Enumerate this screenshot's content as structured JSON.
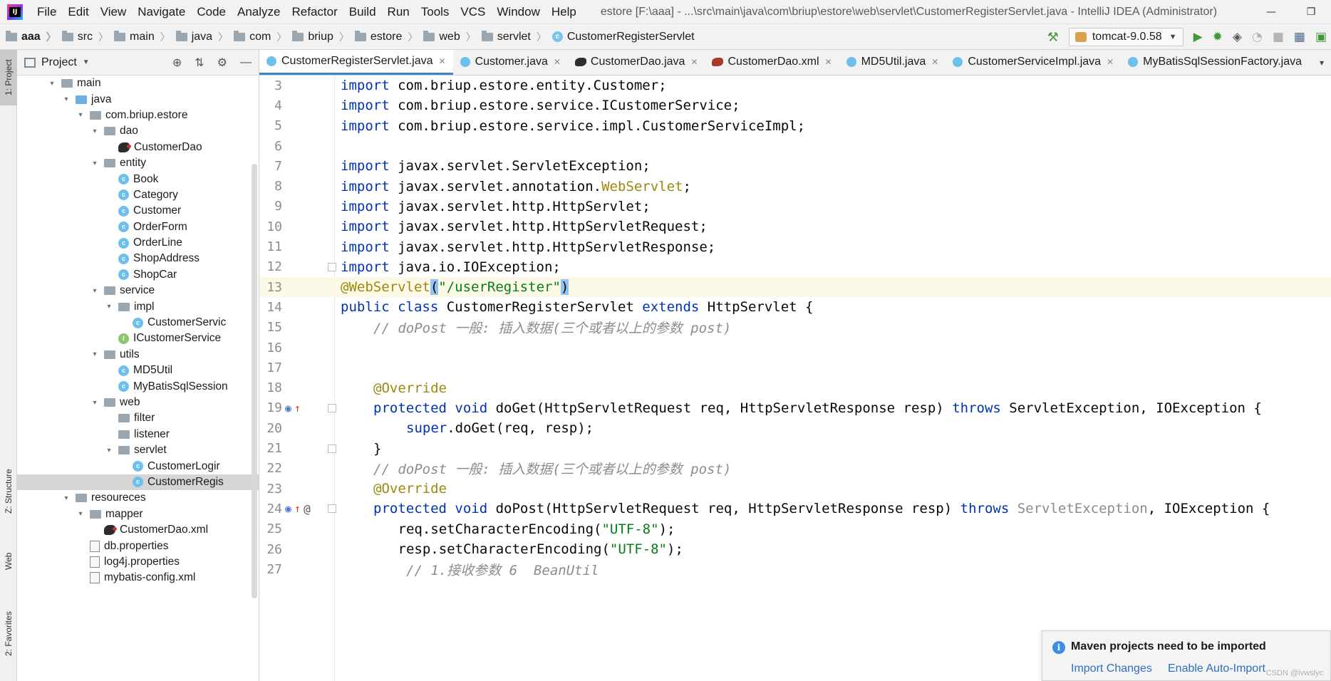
{
  "menubar": {
    "items": [
      "File",
      "Edit",
      "View",
      "Navigate",
      "Code",
      "Analyze",
      "Refactor",
      "Build",
      "Run",
      "Tools",
      "VCS",
      "Window",
      "Help"
    ],
    "title": "estore [F:\\aaa] - ...\\src\\main\\java\\com\\briup\\estore\\web\\servlet\\CustomerRegisterServlet.java - IntelliJ IDEA (Administrator)"
  },
  "navbar": {
    "crumbs": [
      "aaa",
      "src",
      "main",
      "java",
      "com",
      "briup",
      "estore",
      "web",
      "servlet",
      "CustomerRegisterServlet"
    ],
    "run_config": "tomcat-9.0.58"
  },
  "tool_strip": {
    "project": "1: Project",
    "structure": "Z: Structure",
    "web": "Web",
    "favorites": "2: Favorites"
  },
  "project_panel": {
    "title": "Project",
    "tree": [
      {
        "label": "main",
        "depth": 1,
        "arrow": "▾",
        "icon": "folder"
      },
      {
        "label": "java",
        "depth": 2,
        "arrow": "▾",
        "icon": "folder-blue"
      },
      {
        "label": "com.briup.estore",
        "depth": 3,
        "arrow": "▾",
        "icon": "package"
      },
      {
        "label": "dao",
        "depth": 4,
        "arrow": "▾",
        "icon": "package"
      },
      {
        "label": "CustomerDao",
        "depth": 5,
        "arrow": "",
        "icon": "mybatis"
      },
      {
        "label": "entity",
        "depth": 4,
        "arrow": "▾",
        "icon": "package"
      },
      {
        "label": "Book",
        "depth": 5,
        "arrow": "",
        "icon": "class"
      },
      {
        "label": "Category",
        "depth": 5,
        "arrow": "",
        "icon": "class"
      },
      {
        "label": "Customer",
        "depth": 5,
        "arrow": "",
        "icon": "class"
      },
      {
        "label": "OrderForm",
        "depth": 5,
        "arrow": "",
        "icon": "class"
      },
      {
        "label": "OrderLine",
        "depth": 5,
        "arrow": "",
        "icon": "class"
      },
      {
        "label": "ShopAddress",
        "depth": 5,
        "arrow": "",
        "icon": "class"
      },
      {
        "label": "ShopCar",
        "depth": 5,
        "arrow": "",
        "icon": "class"
      },
      {
        "label": "service",
        "depth": 4,
        "arrow": "▾",
        "icon": "package"
      },
      {
        "label": "impl",
        "depth": 5,
        "arrow": "▾",
        "icon": "package"
      },
      {
        "label": "CustomerServic",
        "depth": 6,
        "arrow": "",
        "icon": "class"
      },
      {
        "label": "ICustomerService",
        "depth": 5,
        "arrow": "",
        "icon": "interface"
      },
      {
        "label": "utils",
        "depth": 4,
        "arrow": "▾",
        "icon": "package"
      },
      {
        "label": "MD5Util",
        "depth": 5,
        "arrow": "",
        "icon": "class"
      },
      {
        "label": "MyBatisSqlSession",
        "depth": 5,
        "arrow": "",
        "icon": "class"
      },
      {
        "label": "web",
        "depth": 4,
        "arrow": "▾",
        "icon": "package"
      },
      {
        "label": "filter",
        "depth": 5,
        "arrow": "",
        "icon": "package"
      },
      {
        "label": "listener",
        "depth": 5,
        "arrow": "",
        "icon": "package"
      },
      {
        "label": "servlet",
        "depth": 5,
        "arrow": "▾",
        "icon": "package"
      },
      {
        "label": "CustomerLogir",
        "depth": 6,
        "arrow": "",
        "icon": "class"
      },
      {
        "label": "CustomerRegis",
        "depth": 6,
        "arrow": "",
        "icon": "class",
        "selected": true
      },
      {
        "label": "resoureces",
        "depth": 2,
        "arrow": "▾",
        "icon": "folder"
      },
      {
        "label": "mapper",
        "depth": 3,
        "arrow": "▾",
        "icon": "folder"
      },
      {
        "label": "CustomerDao.xml",
        "depth": 4,
        "arrow": "",
        "icon": "mybatis-xml"
      },
      {
        "label": "db.properties",
        "depth": 3,
        "arrow": "",
        "icon": "props"
      },
      {
        "label": "log4j.properties",
        "depth": 3,
        "arrow": "",
        "icon": "props"
      },
      {
        "label": "mybatis-config.xml",
        "depth": 3,
        "arrow": "",
        "icon": "props"
      }
    ]
  },
  "tabs": [
    {
      "label": "CustomerRegisterServlet.java",
      "icon": "class",
      "active": true
    },
    {
      "label": "Customer.java",
      "icon": "class"
    },
    {
      "label": "CustomerDao.java",
      "icon": "mybatis"
    },
    {
      "label": "CustomerDao.xml",
      "icon": "mybatis-xml"
    },
    {
      "label": "MD5Util.java",
      "icon": "class"
    },
    {
      "label": "CustomerServiceImpl.java",
      "icon": "class"
    },
    {
      "label": "MyBatisSqlSessionFactory.java",
      "icon": "class"
    }
  ],
  "editor": {
    "lines": [
      {
        "n": "3",
        "indent": 0,
        "tokens": [
          [
            "kw",
            "import"
          ],
          [
            "",
            "com.briup.estore.entity.Customer;"
          ]
        ]
      },
      {
        "n": "4",
        "indent": 0,
        "tokens": [
          [
            "kw",
            "import"
          ],
          [
            "",
            "com.briup.estore.service.ICustomerService;"
          ]
        ]
      },
      {
        "n": "5",
        "indent": 0,
        "tokens": [
          [
            "kw",
            "import"
          ],
          [
            "",
            "com.briup.estore.service.impl.CustomerServiceImpl;"
          ]
        ]
      },
      {
        "n": "6",
        "indent": 0,
        "tokens": []
      },
      {
        "n": "7",
        "indent": 0,
        "tokens": [
          [
            "kw",
            "import"
          ],
          [
            "",
            "javax.servlet.ServletException;"
          ]
        ]
      },
      {
        "n": "8",
        "indent": 0,
        "tokens": [
          [
            "kw",
            "import"
          ],
          [
            "",
            "javax.servlet.annotation."
          ],
          [
            "ann",
            "WebServlet"
          ],
          [
            "",
            ";"
          ]
        ]
      },
      {
        "n": "9",
        "indent": 0,
        "tokens": [
          [
            "kw",
            "import"
          ],
          [
            "",
            "javax.servlet.http.HttpServlet;"
          ]
        ]
      },
      {
        "n": "10",
        "indent": 0,
        "tokens": [
          [
            "kw",
            "import"
          ],
          [
            "",
            "javax.servlet.http.HttpServletRequest;"
          ]
        ]
      },
      {
        "n": "11",
        "indent": 0,
        "tokens": [
          [
            "kw",
            "import"
          ],
          [
            "",
            "javax.servlet.http.HttpServletResponse;"
          ]
        ]
      },
      {
        "n": "12",
        "indent": 0,
        "tokens": [
          [
            "kw",
            "import"
          ],
          [
            "",
            "java.io.IOException;"
          ]
        ],
        "fold": true
      },
      {
        "n": "13",
        "indent": 0,
        "current": true,
        "tokens": [
          [
            "ann",
            "@WebServlet"
          ],
          [
            "paren",
            "("
          ],
          [
            "str",
            "\"/userRegister\""
          ],
          [
            "paren",
            ")"
          ]
        ]
      },
      {
        "n": "14",
        "indent": 0,
        "tokens": [
          [
            "kw",
            "public class"
          ],
          [
            "",
            " CustomerRegisterServlet "
          ],
          [
            "kw",
            "extends"
          ],
          [
            "",
            " HttpServlet {"
          ]
        ]
      },
      {
        "n": "15",
        "indent": 1,
        "tokens": [
          [
            "cmt",
            "// doPost 一般: 插入数据(三个或者以上的参数 post)"
          ]
        ]
      },
      {
        "n": "16",
        "indent": 0,
        "tokens": []
      },
      {
        "n": "17",
        "indent": 0,
        "tokens": []
      },
      {
        "n": "18",
        "indent": 1,
        "tokens": [
          [
            "ann",
            "@Override"
          ]
        ]
      },
      {
        "n": "19",
        "indent": 1,
        "marks": "override",
        "fold": true,
        "tokens": [
          [
            "kw",
            "protected void"
          ],
          [
            "",
            " doGet(HttpServletRequest req, HttpServletResponse resp) "
          ],
          [
            "kw",
            "throws"
          ],
          [
            "",
            " ServletException, IOException {"
          ]
        ]
      },
      {
        "n": "20",
        "indent": 2,
        "tokens": [
          [
            "kw",
            "super"
          ],
          [
            "",
            ".doGet(req, resp);"
          ]
        ]
      },
      {
        "n": "21",
        "indent": 1,
        "fold": true,
        "tokens": [
          [
            "",
            "}"
          ]
        ]
      },
      {
        "n": "22",
        "indent": 1,
        "tokens": [
          [
            "cmt",
            "// doPost 一般: 插入数据(三个或者以上的参数 post)"
          ]
        ]
      },
      {
        "n": "23",
        "indent": 1,
        "tokens": [
          [
            "ann",
            "@Override"
          ]
        ]
      },
      {
        "n": "24",
        "indent": 1,
        "marks": "override-at",
        "fold": true,
        "tokens": [
          [
            "kw",
            "protected void"
          ],
          [
            "",
            " doPost(HttpServletRequest req, HttpServletResponse resp) "
          ],
          [
            "kw",
            "throws"
          ],
          [
            "dim",
            " ServletException"
          ],
          [
            "",
            ", IOException {"
          ]
        ]
      },
      {
        "n": "25",
        "indent": 1.75,
        "tokens": [
          [
            "",
            "req.setCharacterEncoding("
          ],
          [
            "str",
            "\"UTF-8\""
          ],
          [
            "",
            ");"
          ]
        ]
      },
      {
        "n": "26",
        "indent": 1.75,
        "tokens": [
          [
            "",
            "resp.setCharacterEncoding("
          ],
          [
            "str",
            "\"UTF-8\""
          ],
          [
            "",
            ");"
          ]
        ]
      },
      {
        "n": "27",
        "indent": 2,
        "tokens": [
          [
            "cmt",
            "// 1.接收参数 6  BeanUtil"
          ]
        ]
      }
    ]
  },
  "notification": {
    "title": "Maven projects need to be imported",
    "import_changes": "Import Changes",
    "enable_auto_import": "Enable Auto-Import"
  },
  "watermark": "CSDN @ivwslyc"
}
